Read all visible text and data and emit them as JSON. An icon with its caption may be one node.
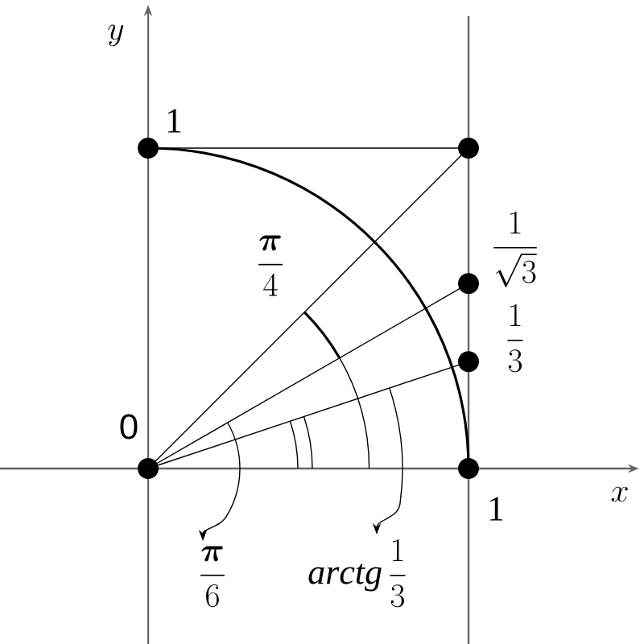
{
  "diagram": {
    "nodes": [
      {
        "text": [
          "\\frac{\\boldsymbol{\\pi}}{6}"
        ]
      },
      {
        "text": [
          "\\mathit{arctg}\\,\\frac{1}{3}"
        ]
      }
    ],
    "edges": [
      {
        "from": null,
        "to": 0,
        "arrow": "to"
      },
      {
        "from": null,
        "to": 1,
        "arrow": "to"
      }
    ],
    "labels": [
      "y",
      "1",
      "\\frac{\\boldsymbol{\\pi}}{4}",
      "\\frac{1}{\\sqrt{3}}",
      "\\frac{1}{3}",
      "0",
      "1",
      "x"
    ]
  }
}
